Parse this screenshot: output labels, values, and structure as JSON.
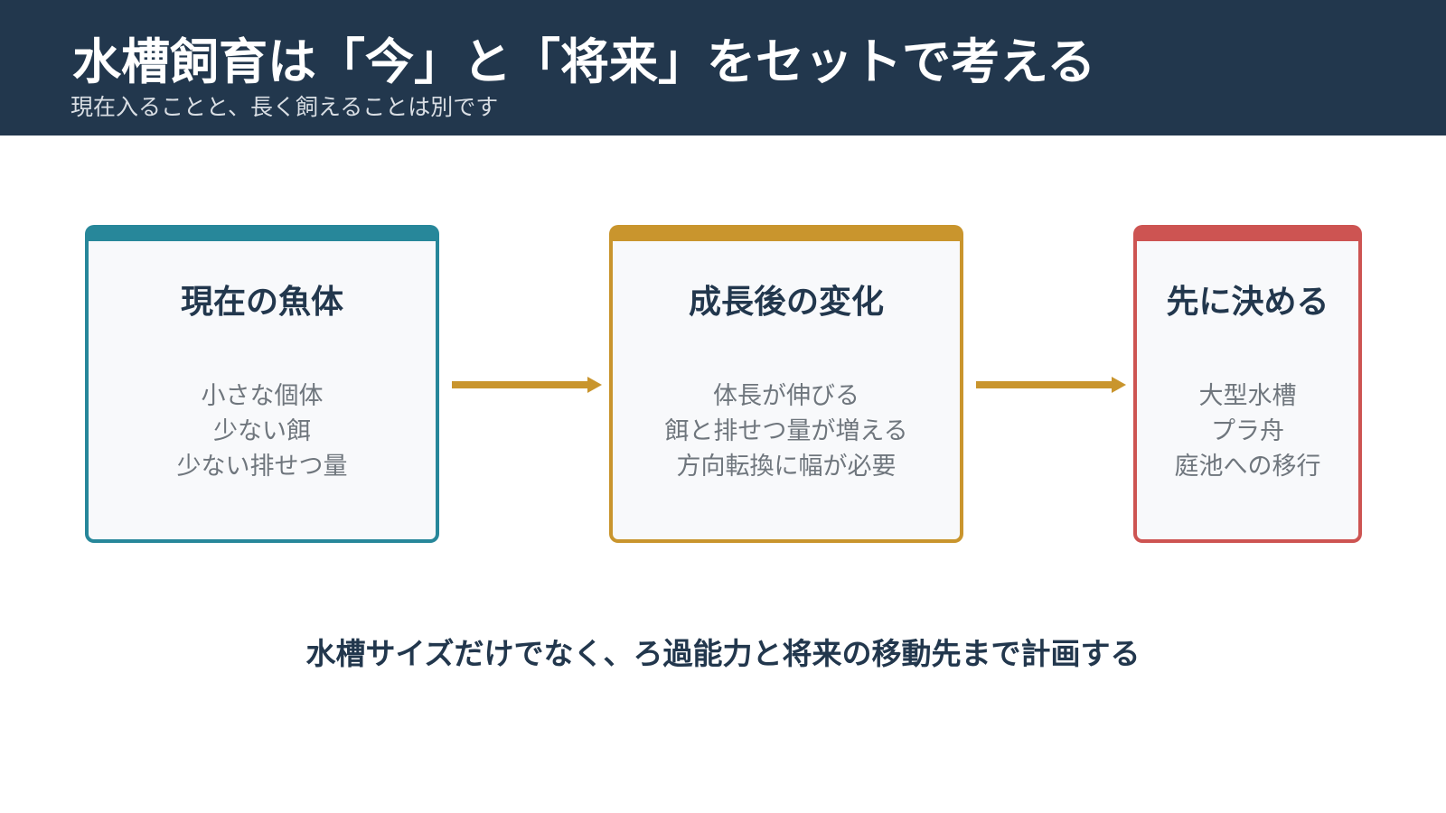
{
  "header": {
    "title": "水槽飼育は「今」と「将来」をセットで考える",
    "subtitle": "現在入ることと、長く飼えることは別です"
  },
  "cards": [
    {
      "title": "現在の魚体",
      "items": [
        "小さな個体",
        "少ない餌",
        "少ない排せつ量"
      ],
      "accent": "#27879a"
    },
    {
      "title": "成長後の変化",
      "items": [
        "体長が伸びる",
        "餌と排せつ量が増える",
        "方向転換に幅が必要"
      ],
      "accent": "#c9952d"
    },
    {
      "title": "先に決める",
      "items": [
        "大型水槽",
        "プラ舟",
        "庭池への移行"
      ],
      "accent": "#cd5452"
    }
  ],
  "footer_note": "水槽サイズだけでなく、ろ過能力と将来の移動先まで計画する",
  "colors": {
    "header_bg": "#22374d",
    "arrow": "#c9952d",
    "card_bg": "#f8f9fb"
  }
}
